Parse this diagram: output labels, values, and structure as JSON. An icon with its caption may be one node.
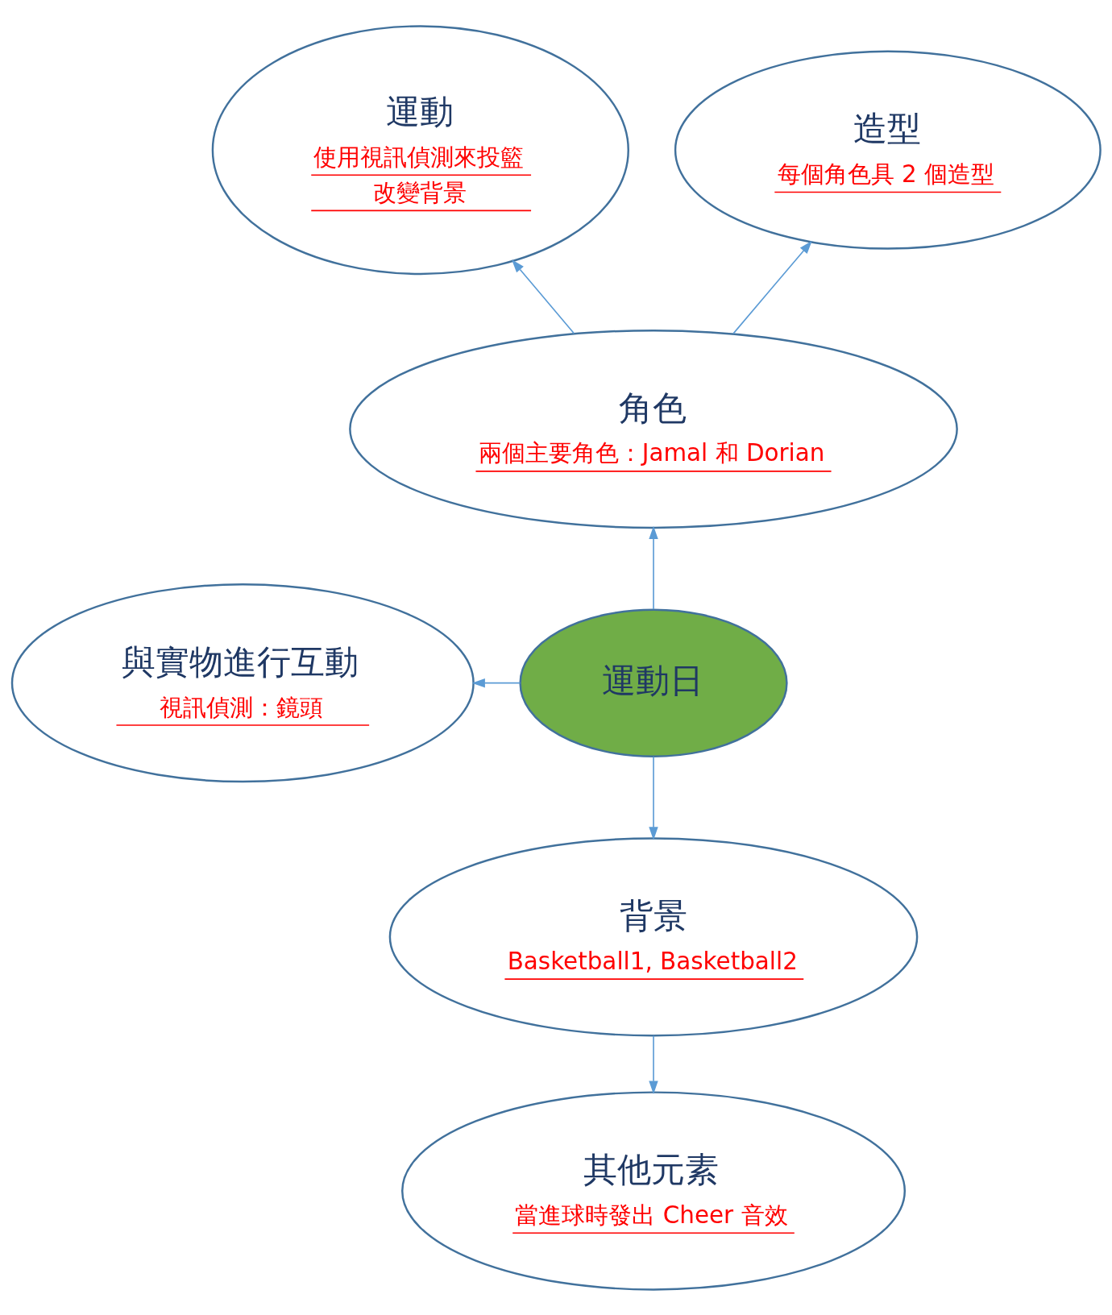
{
  "diagram": {
    "nodes": [
      {
        "text": [
          "運動",
          "使用視訊偵測來投籃",
          "改變背景"
        ]
      },
      {
        "text": [
          "造型",
          "每個角色具 2 個造型"
        ]
      },
      {
        "text": [
          "角色",
          "兩個主要角色：Jamal 和 Dorian"
        ]
      },
      {
        "text": [
          "與實物進行互動",
          "視訊偵測：鏡頭"
        ]
      },
      {
        "text": [
          "運動日"
        ]
      },
      {
        "text": [
          "背景",
          "Basketball1, Basketball2"
        ]
      },
      {
        "text": [
          "其他元素",
          "當進球時發出 Cheer 音效"
        ]
      }
    ],
    "edges": [
      {
        "from": 2,
        "to": 0,
        "arrow": "to"
      },
      {
        "from": 2,
        "to": 1,
        "arrow": "to"
      },
      {
        "from": 4,
        "to": 2,
        "arrow": "to"
      },
      {
        "from": 4,
        "to": 3,
        "arrow": "to"
      },
      {
        "from": 4,
        "to": 5,
        "arrow": "to"
      },
      {
        "from": 5,
        "to": 6,
        "arrow": "to"
      }
    ]
  }
}
